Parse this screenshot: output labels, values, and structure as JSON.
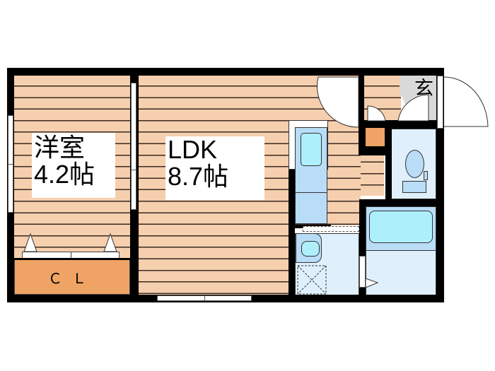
{
  "floorplan": {
    "rooms": [
      {
        "id": "western-room",
        "name": "洋室",
        "size": "4.2帖"
      },
      {
        "id": "ldk",
        "name": "LDK",
        "size": "8.7帖"
      },
      {
        "id": "closet",
        "name": "ＣＬ"
      },
      {
        "id": "entrance",
        "name": "玄"
      }
    ],
    "colors": {
      "wall": "#000000",
      "flooring": "#f5cfae",
      "closet": "#efa364",
      "wet_area": "#dff0fc",
      "fixture": "#b9dcf7",
      "tub_water": "#adf0fc",
      "entrance_tile": "#d9d9d9"
    }
  }
}
